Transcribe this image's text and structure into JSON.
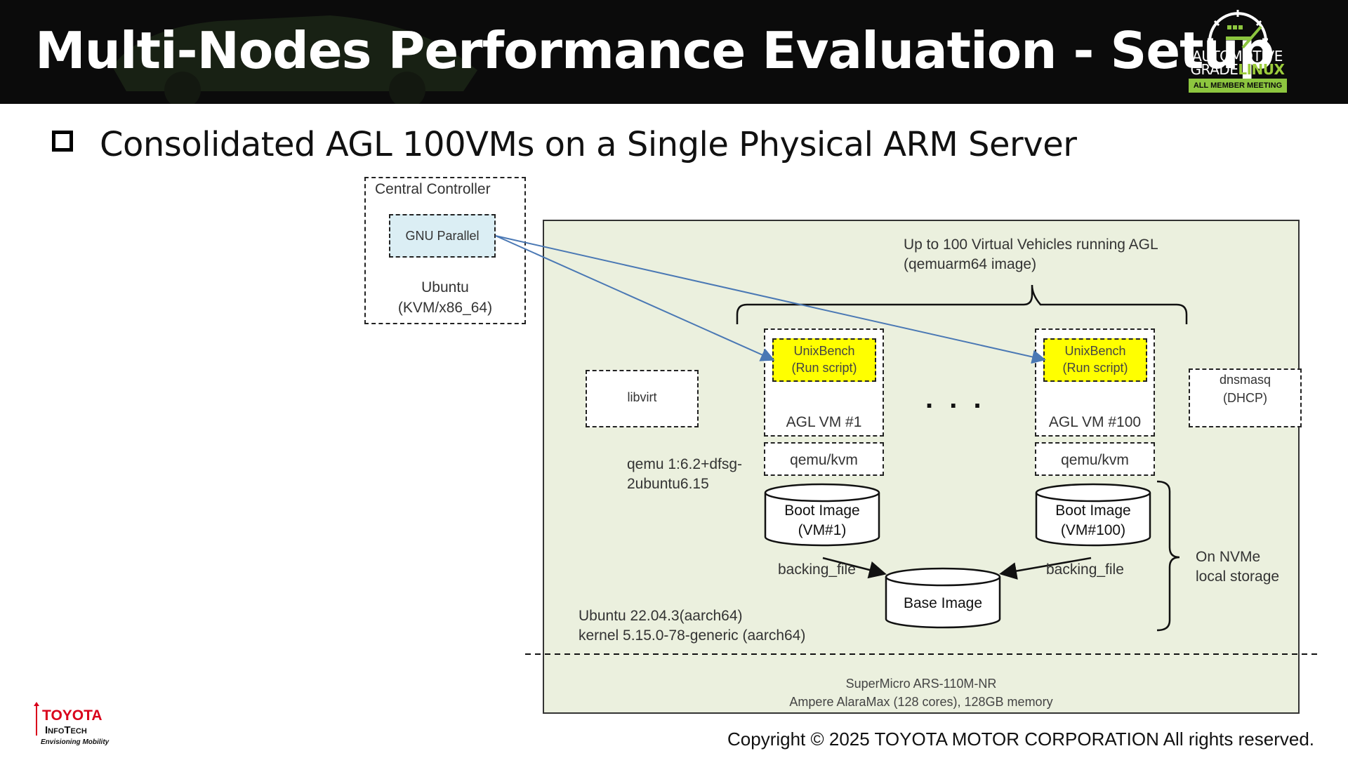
{
  "header": {
    "title": "Multi-Nodes Performance Evaluation - Setup",
    "logo": {
      "line1": "AUTOMOTIVE",
      "line2a": "GRADE",
      "line2b": "LINUX",
      "badge": "ALL MEMBER MEETING",
      "icon": "speedometer-icon"
    }
  },
  "bullet": {
    "text": "Consolidated AGL 100VMs on a Single Physical ARM Server"
  },
  "controller": {
    "title": "Central Controller",
    "gnu_parallel": "GNU Parallel",
    "os_line1": "Ubuntu",
    "os_line2": "(KVM/x86_64)"
  },
  "server": {
    "vehicles_line1": "Up to 100 Virtual Vehicles running AGL",
    "vehicles_line2": "(qemuarm64 image)",
    "libvirt": "libvirt",
    "dnsmasq_line1": "dnsmasq",
    "dnsmasq_line2": "(DHCP)",
    "ellipsis": ". . .",
    "qemu_version_line1": "qemu 1:6.2+dfsg-",
    "qemu_version_line2": "2ubuntu6.15",
    "vms": [
      {
        "unixbench_line1": "UnixBench",
        "unixbench_line2": "(Run script)",
        "name": "AGL VM #1",
        "qemu": "qemu/kvm",
        "boot_line1": "Boot Image",
        "boot_line2": "(VM#1)",
        "backing": "backing_file"
      },
      {
        "unixbench_line1": "UnixBench",
        "unixbench_line2": "(Run script)",
        "name": "AGL VM #100",
        "qemu": "qemu/kvm",
        "boot_line1": "Boot Image",
        "boot_line2": "(VM#100)",
        "backing": "backing_file"
      }
    ],
    "base_image": "Base Image",
    "storage_line1": "On NVMe",
    "storage_line2": "local storage",
    "os_line1": "Ubuntu 22.04.3(aarch64)",
    "os_line2": "kernel 5.15.0-78-generic (aarch64)",
    "hardware_line1": "SuperMicro ARS-110M-NR",
    "hardware_line2": "Ampere AlaraMax (128 cores), 128GB memory"
  },
  "footer": {
    "toyota_line1": "TOYOTA",
    "toyota_line2": "InfoTech",
    "toyota_tagline": "Envisioning Mobility",
    "copyright": "Copyright ©  2025 TOYOTA MOTOR CORPORATION All rights reserved."
  },
  "colors": {
    "header_bg": "#0b0b0b",
    "server_bg": "#ebf0de",
    "unixbench_bg": "#ffff00",
    "gnu_parallel_bg": "#dbeef4",
    "arrow": "#4a78b4",
    "agl_green": "#8dc63f",
    "toyota_red": "#d9001b"
  }
}
